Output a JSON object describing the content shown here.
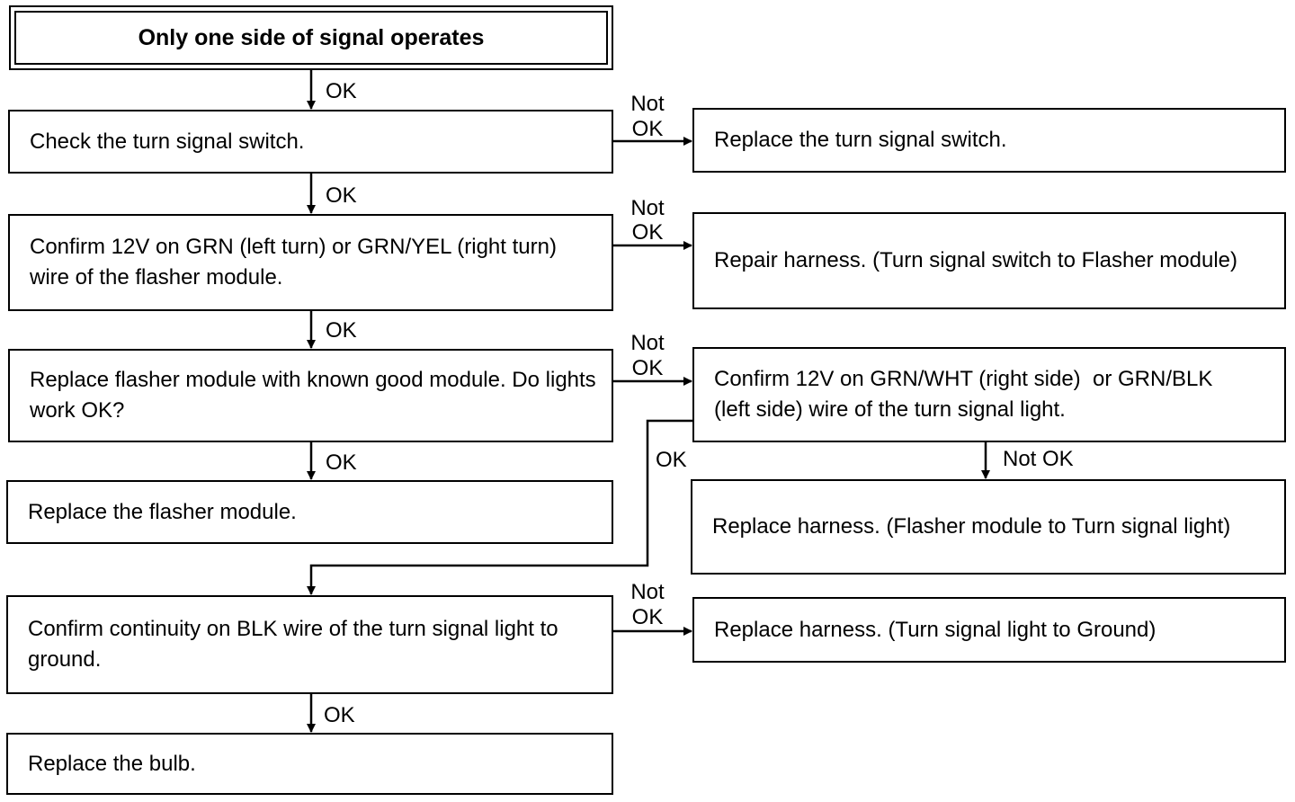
{
  "title": "Only one side of signal operates",
  "steps": {
    "check_switch": "Check the turn signal switch.",
    "confirm_12v_flasher": "Confirm 12V on GRN (left turn) or GRN/YEL (right turn) wire of the flasher module.",
    "replace_flasher_test": "Replace flasher module with known good module. Do lights work OK?",
    "replace_flasher": "Replace the flasher module.",
    "confirm_continuity": "Confirm continuity on BLK wire of the turn signal light to ground.",
    "replace_bulb": "Replace the bulb.",
    "replace_switch": "Replace the turn signal switch.",
    "repair_harness": "Repair harness. (Turn signal switch to Flasher module)",
    "confirm_12v_light": "Confirm 12V on GRN/WHT (right side)  or GRN/BLK (left side) wire of the turn signal light.",
    "replace_harness_light": "Replace harness. (Flasher module to Turn signal light)",
    "replace_harness_ground": "Replace harness. (Turn signal light to Ground)"
  },
  "labels": {
    "ok": "OK",
    "not": "Not",
    "not_ok": "Not OK"
  }
}
